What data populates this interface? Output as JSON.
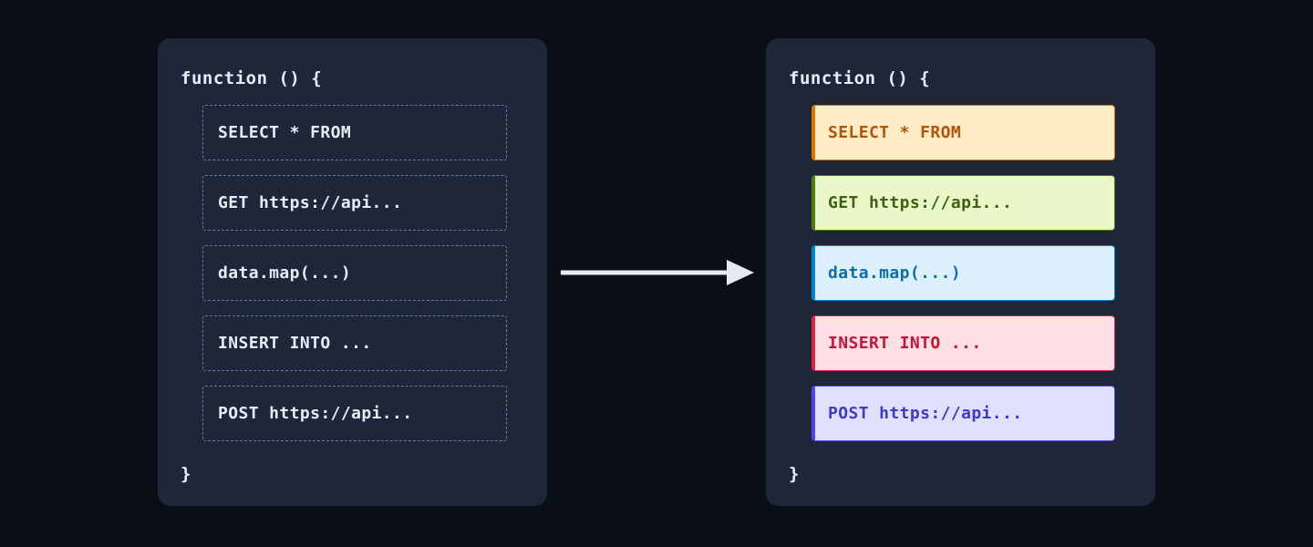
{
  "canvas": {
    "background_color": "#0a0e17",
    "panel_color": "#1e2639"
  },
  "left_panel": {
    "title": "untagged-code-block",
    "function_open": "function () {",
    "function_close": "}",
    "border_style": "dashed",
    "border_color": "#6b7a90",
    "text_color": "#e8edf5",
    "statements": [
      {
        "label": "SELECT * FROM"
      },
      {
        "label": "GET https://api..."
      },
      {
        "label": "data.map(...)"
      },
      {
        "label": "INSERT INTO ..."
      },
      {
        "label": "POST https://api..."
      }
    ]
  },
  "arrow": {
    "icon": "arrow-right-icon",
    "color": "#e4e9f2",
    "direction": "left-to-right"
  },
  "right_panel": {
    "title": "tagged-code-block",
    "function_open": "function () {",
    "function_close": "}",
    "text_color": "#e8edf5",
    "statements": [
      {
        "label": "SELECT * FROM",
        "category": "sql-select",
        "fill": "#fdecc4",
        "accent": "#d97706",
        "text": "#b4530b"
      },
      {
        "label": "GET https://api...",
        "category": "http-get",
        "fill": "#e9f7c9",
        "accent": "#4d7c0f",
        "text": "#3f6212"
      },
      {
        "label": "data.map(...)",
        "category": "data-transform",
        "fill": "#dcf0fc",
        "accent": "#0284c7",
        "text": "#0b6fa8"
      },
      {
        "label": "INSERT INTO ...",
        "category": "sql-insert",
        "fill": "#fde0e4",
        "accent": "#dc2743",
        "text": "#cc1138"
      },
      {
        "label": "POST https://api...",
        "category": "http-post",
        "fill": "#dfe0fb",
        "accent": "#4f46e5",
        "text": "#4338ca"
      }
    ]
  }
}
